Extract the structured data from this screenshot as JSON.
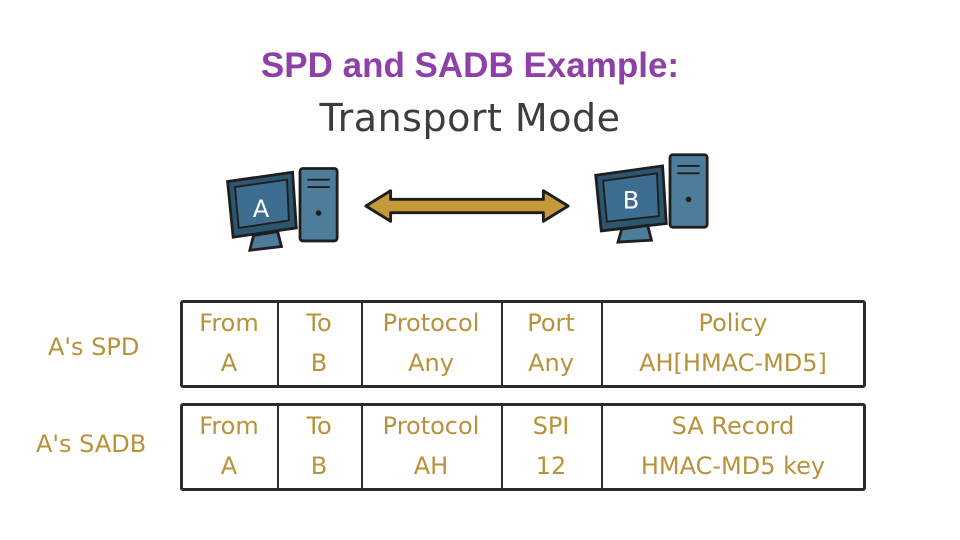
{
  "title": "SPD and SADB Example:",
  "subtitle": "Transport Mode",
  "hosts": {
    "a": "A",
    "b": "B"
  },
  "spd": {
    "label": "A's SPD",
    "columns": [
      "From",
      "To",
      "Protocol",
      "Port",
      "Policy"
    ],
    "values": [
      "A",
      "B",
      "Any",
      "Any",
      "AH[HMAC-MD5]"
    ]
  },
  "sadb": {
    "label": "A's SADB",
    "columns": [
      "From",
      "To",
      "Protocol",
      "SPI",
      "SA Record"
    ],
    "values": [
      "A",
      "B",
      "AH",
      "12",
      "HMAC-MD5 key"
    ]
  },
  "colors": {
    "title": "#8e3fa8",
    "accent": "#b8923a",
    "screen": "#3d6e8f",
    "case": "#4d7d9a",
    "arrow": "#c4993a"
  }
}
